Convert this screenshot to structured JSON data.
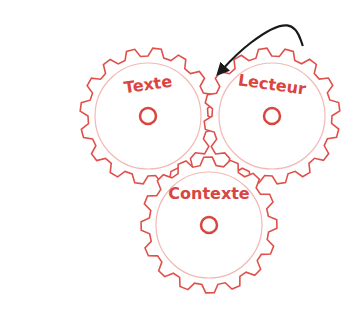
{
  "diagram": {
    "nodes": [
      {
        "text": [
          "Texte"
        ]
      },
      {
        "text": [
          "Lecteur"
        ]
      },
      {
        "text": [
          "Contexte"
        ]
      }
    ],
    "edges": [
      {
        "from": 1,
        "to": 0,
        "arrow": "to"
      }
    ]
  }
}
